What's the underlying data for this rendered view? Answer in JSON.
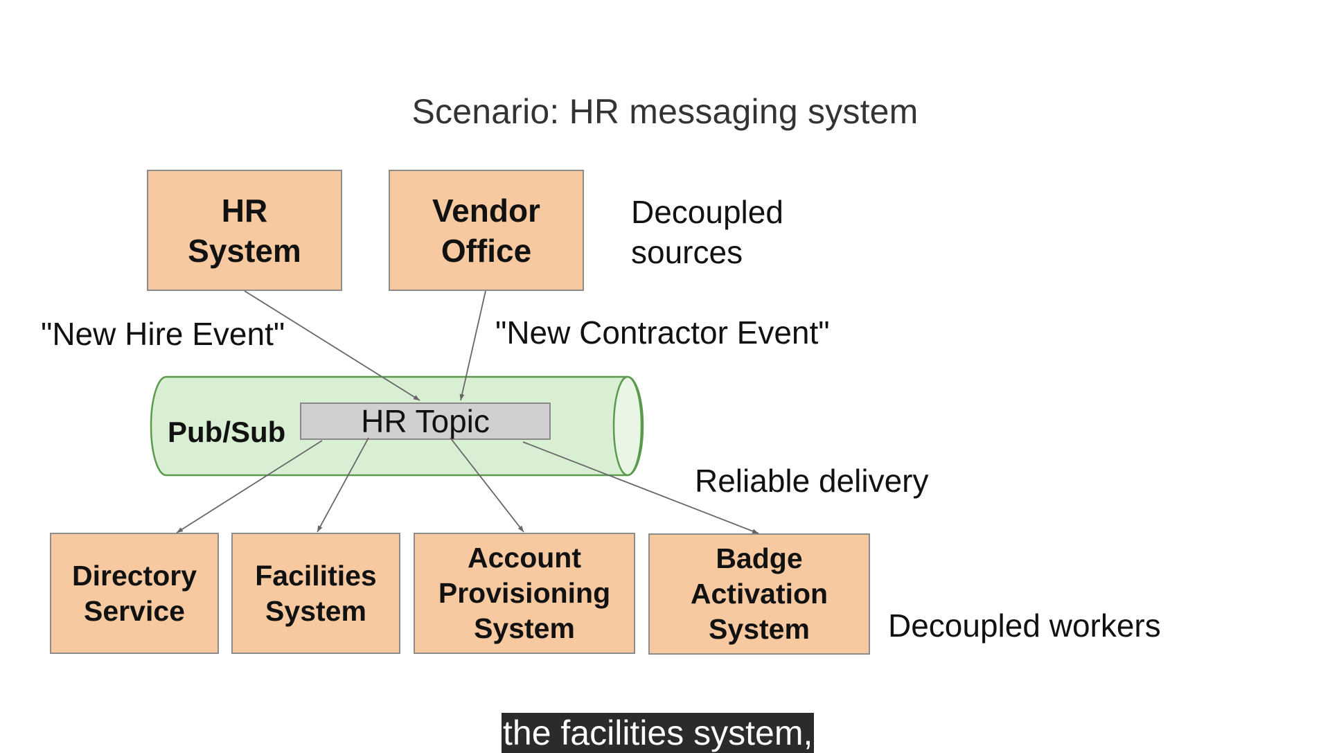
{
  "title": "Scenario: HR messaging system",
  "sources": [
    {
      "label": "HR\nSystem"
    },
    {
      "label": "Vendor\nOffice"
    }
  ],
  "sources_note": "Decoupled\nsources",
  "events": {
    "new_hire": "\"New Hire Event\"",
    "new_contractor": "\"New Contractor Event\""
  },
  "pubsub": {
    "label": "Pub/Sub",
    "topic": "HR Topic"
  },
  "reliable_note": "Reliable delivery",
  "workers": [
    {
      "label": "Directory\nService"
    },
    {
      "label": "Facilities\nSystem"
    },
    {
      "label": "Account\nProvisioning\nSystem"
    },
    {
      "label": "Badge\nActivation\nSystem"
    }
  ],
  "workers_note": "Decoupled workers",
  "caption": "the facilities system,",
  "colors": {
    "box_fill": "#f6c9a0",
    "pipe_fill": "#d9efd4",
    "pipe_stroke": "#5a9a4c",
    "topic_fill": "#d0d0d0",
    "caption_bg": "#2b2b2b"
  }
}
